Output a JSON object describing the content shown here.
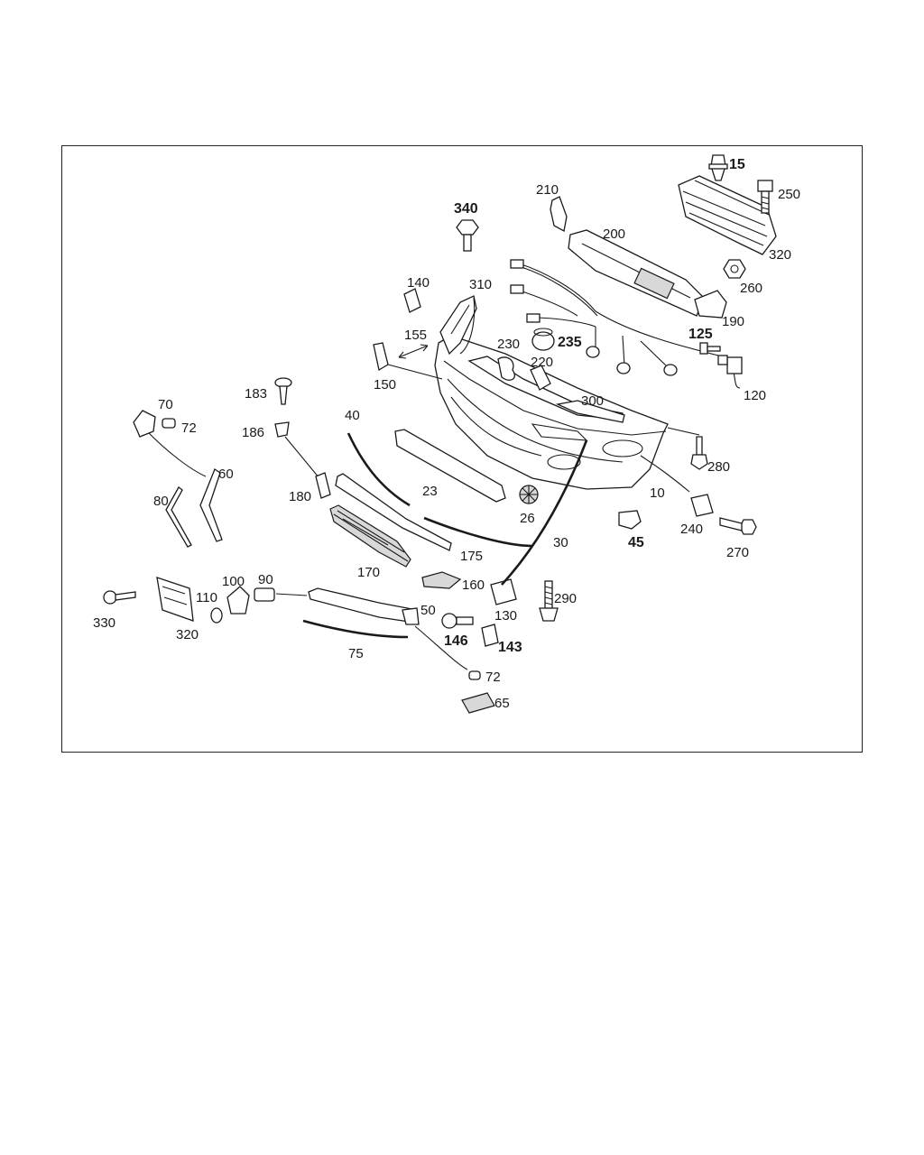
{
  "labels": {
    "p15": "15",
    "p250": "250",
    "p320a": "320",
    "p260": "260",
    "p210": "210",
    "p200": "200",
    "p190": "190",
    "p340": "340",
    "p310": "310",
    "p140": "140",
    "p125": "125",
    "p120": "120",
    "p230": "230",
    "p235": "235",
    "p220": "220",
    "p155": "155",
    "p150": "150",
    "p300": "300",
    "p183": "183",
    "p70": "70",
    "p72a": "72",
    "p186": "186",
    "p40": "40",
    "p60": "60",
    "p280": "280",
    "p10": "10",
    "p180": "180",
    "p23": "23",
    "p80": "80",
    "p26": "26",
    "p240": "240",
    "p270": "270",
    "p45": "45",
    "p30": "30",
    "p175": "175",
    "p170": "170",
    "p160": "160",
    "p100": "100",
    "p90": "90",
    "p290": "290",
    "p110": "110",
    "p130": "130",
    "p330": "330",
    "p320b": "320",
    "p50": "50",
    "p146": "146",
    "p143": "143",
    "p75": "75",
    "p72b": "72",
    "p65": "65"
  }
}
